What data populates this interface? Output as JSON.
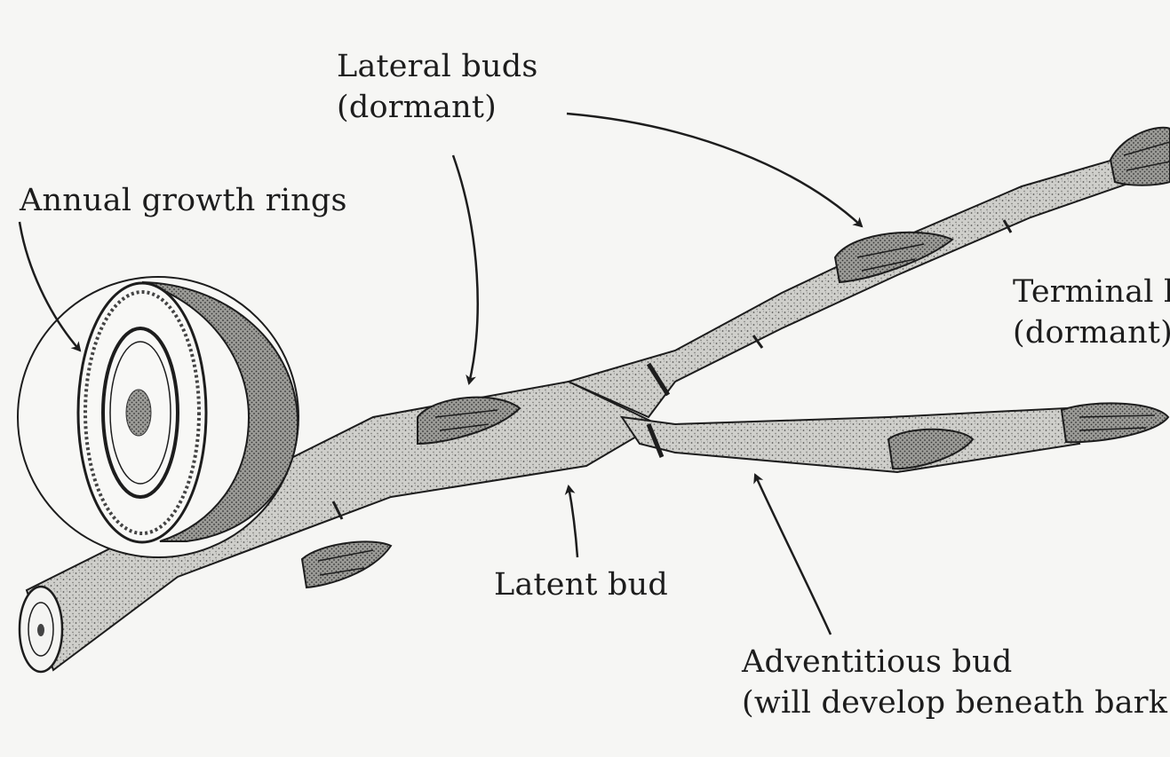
{
  "labels": {
    "lateral_buds": {
      "line1": "Lateral buds",
      "line2": "(dormant)"
    },
    "annual_growth_rings": {
      "line1": "Annual growth rings"
    },
    "terminal_bud": {
      "line1": "Terminal b",
      "line2": "(dormant)"
    },
    "latent_bud": {
      "line1": "Latent bud"
    },
    "adventitious_bud": {
      "line1": "Adventitious bud",
      "line2": "(will develop beneath bark"
    }
  },
  "colors": {
    "ink": "#1d1d1d",
    "bark": "#c9c9c6",
    "bark_dark": "#8a8a86",
    "background": "#f6f6f4"
  }
}
